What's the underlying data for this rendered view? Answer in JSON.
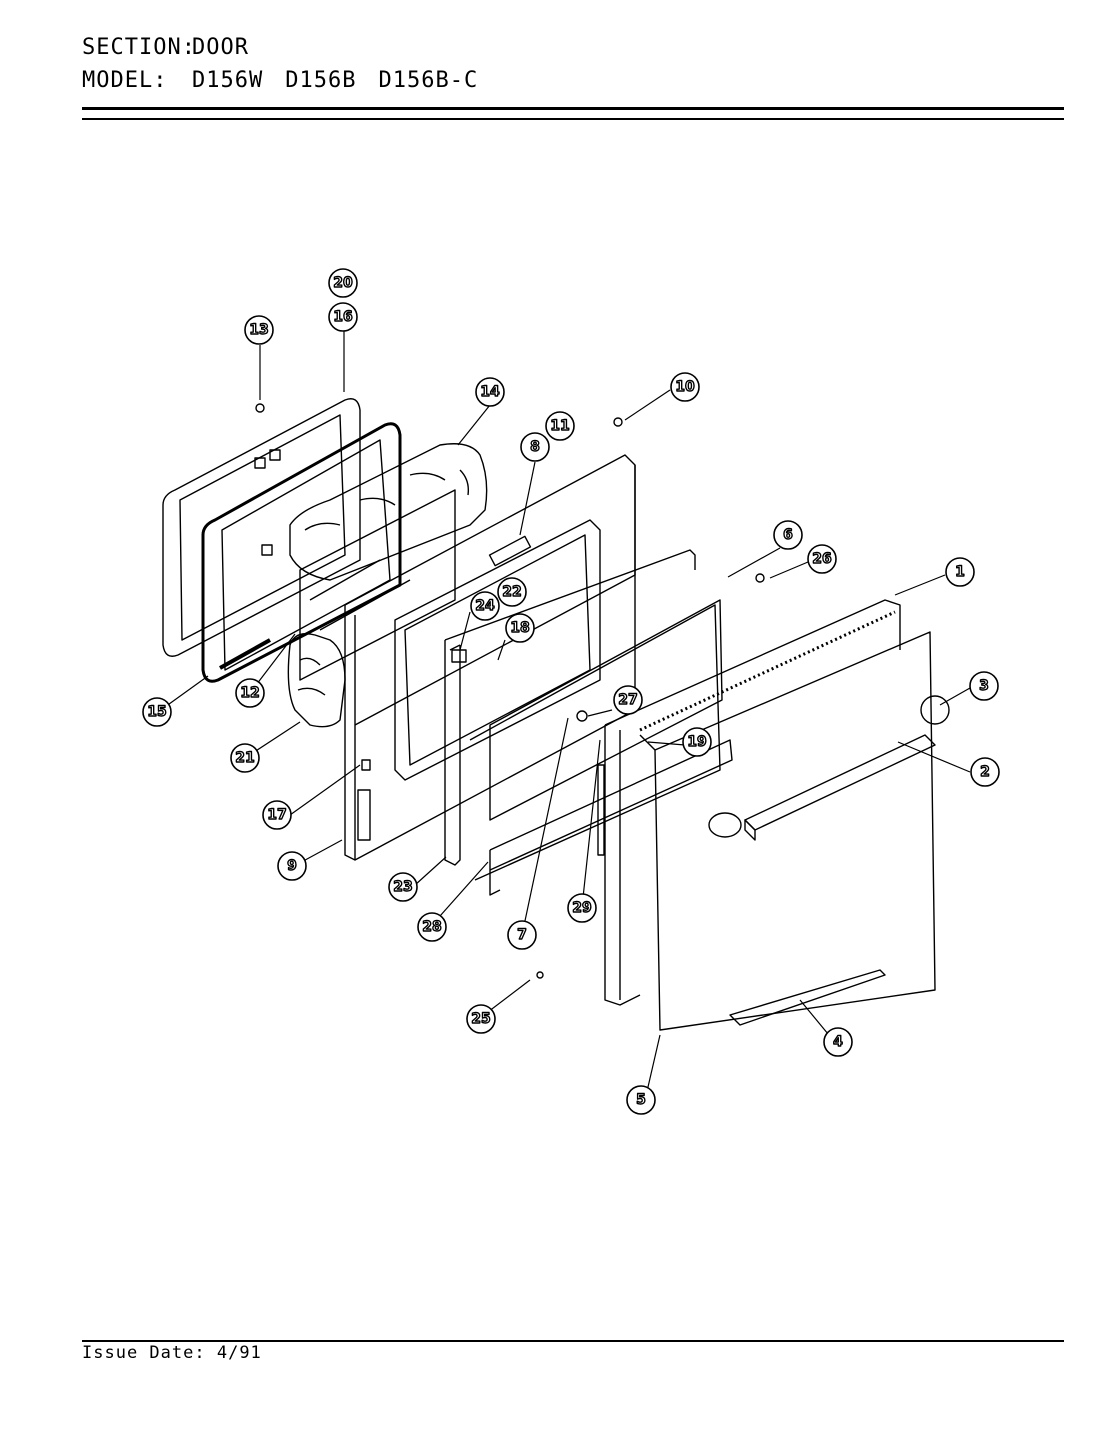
{
  "header": {
    "section_label": "SECTION:",
    "section_value": "DOOR",
    "model_label": "MODEL:",
    "models": [
      "D156W",
      "D156B",
      "D156B-C"
    ]
  },
  "diagram": {
    "callouts": [
      "1",
      "2",
      "3",
      "4",
      "5",
      "6",
      "7",
      "8",
      "9",
      "10",
      "11",
      "12",
      "13",
      "14",
      "15",
      "16",
      "17",
      "18",
      "19",
      "20",
      "21",
      "22",
      "23",
      "24",
      "25",
      "26",
      "27",
      "28",
      "29"
    ]
  },
  "footer": {
    "issue_label": "Issue Date:",
    "issue_date": "4/91"
  }
}
